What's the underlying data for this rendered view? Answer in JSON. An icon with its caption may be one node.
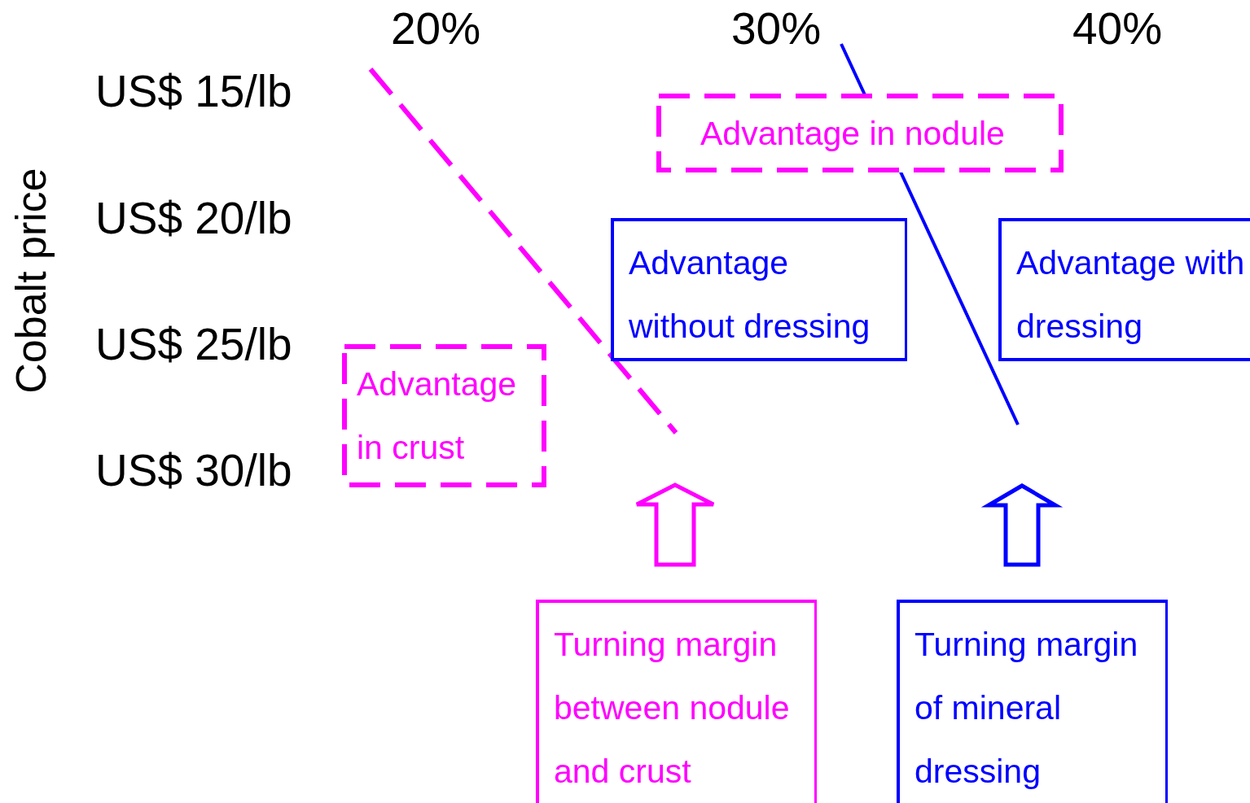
{
  "diagram": {
    "nodes": [
      {
        "text": [
          "Advantage in nodule"
        ]
      },
      {
        "text": [
          "Advantage without dressing"
        ]
      },
      {
        "text": [
          "Advantage with dressing"
        ]
      },
      {
        "text": [
          "Advantage in crust"
        ]
      },
      {
        "text": [
          "Turning margin between nodule and crust"
        ]
      },
      {
        "text": [
          "Turning margin of mineral dressing"
        ]
      }
    ],
    "edges": [
      {
        "from": 4,
        "to": null,
        "arrow": "to",
        "style": "thick",
        "color": "#ff00ff"
      },
      {
        "from": 5,
        "to": null,
        "arrow": "to",
        "style": "thick",
        "color": "#0000ff"
      }
    ],
    "labels": [
      "20%",
      "30%",
      "40%",
      "US$ 15/lb",
      "US$ 20/lb",
      "US$ 25/lb",
      "US$ 30/lb",
      "Cobalt price"
    ]
  }
}
